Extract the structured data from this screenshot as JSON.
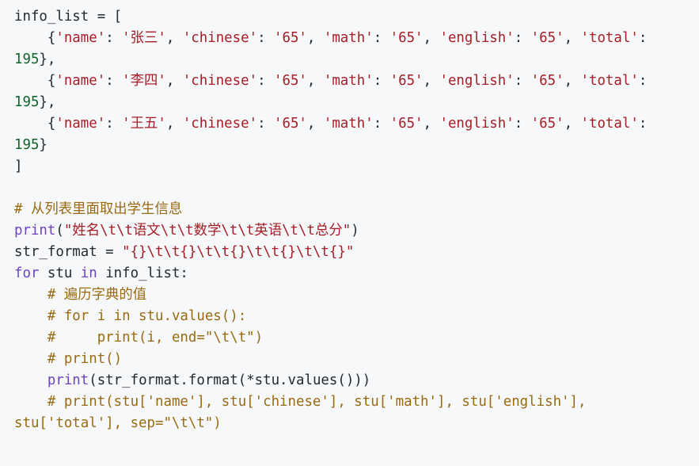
{
  "code_block": {
    "language": "python",
    "colors": {
      "background": "#f6f8fa",
      "plain": "#24292e",
      "string": "#a61d25",
      "comment": "#9a6a11",
      "keyword": "#6f42c1",
      "builtin": "#6f42c1",
      "number": "#116329"
    },
    "lines": [
      [
        {
          "t": "plain",
          "v": "info_list = ["
        }
      ],
      [
        {
          "t": "plain",
          "v": "    {"
        },
        {
          "t": "string",
          "v": "'name'"
        },
        {
          "t": "plain",
          "v": ": "
        },
        {
          "t": "string",
          "v": "'张三'"
        },
        {
          "t": "plain",
          "v": ", "
        },
        {
          "t": "string",
          "v": "'chinese'"
        },
        {
          "t": "plain",
          "v": ": "
        },
        {
          "t": "string",
          "v": "'65'"
        },
        {
          "t": "plain",
          "v": ", "
        },
        {
          "t": "string",
          "v": "'math'"
        },
        {
          "t": "plain",
          "v": ": "
        },
        {
          "t": "string",
          "v": "'65'"
        },
        {
          "t": "plain",
          "v": ", "
        },
        {
          "t": "string",
          "v": "'english'"
        },
        {
          "t": "plain",
          "v": ": "
        },
        {
          "t": "string",
          "v": "'65'"
        },
        {
          "t": "plain",
          "v": ", "
        },
        {
          "t": "string",
          "v": "'total'"
        },
        {
          "t": "plain",
          "v": ":"
        }
      ],
      [
        {
          "t": "number",
          "v": "195"
        },
        {
          "t": "plain",
          "v": "},"
        }
      ],
      [
        {
          "t": "plain",
          "v": "    {"
        },
        {
          "t": "string",
          "v": "'name'"
        },
        {
          "t": "plain",
          "v": ": "
        },
        {
          "t": "string",
          "v": "'李四'"
        },
        {
          "t": "plain",
          "v": ", "
        },
        {
          "t": "string",
          "v": "'chinese'"
        },
        {
          "t": "plain",
          "v": ": "
        },
        {
          "t": "string",
          "v": "'65'"
        },
        {
          "t": "plain",
          "v": ", "
        },
        {
          "t": "string",
          "v": "'math'"
        },
        {
          "t": "plain",
          "v": ": "
        },
        {
          "t": "string",
          "v": "'65'"
        },
        {
          "t": "plain",
          "v": ", "
        },
        {
          "t": "string",
          "v": "'english'"
        },
        {
          "t": "plain",
          "v": ": "
        },
        {
          "t": "string",
          "v": "'65'"
        },
        {
          "t": "plain",
          "v": ", "
        },
        {
          "t": "string",
          "v": "'total'"
        },
        {
          "t": "plain",
          "v": ":"
        }
      ],
      [
        {
          "t": "number",
          "v": "195"
        },
        {
          "t": "plain",
          "v": "},"
        }
      ],
      [
        {
          "t": "plain",
          "v": "    {"
        },
        {
          "t": "string",
          "v": "'name'"
        },
        {
          "t": "plain",
          "v": ": "
        },
        {
          "t": "string",
          "v": "'王五'"
        },
        {
          "t": "plain",
          "v": ", "
        },
        {
          "t": "string",
          "v": "'chinese'"
        },
        {
          "t": "plain",
          "v": ": "
        },
        {
          "t": "string",
          "v": "'65'"
        },
        {
          "t": "plain",
          "v": ", "
        },
        {
          "t": "string",
          "v": "'math'"
        },
        {
          "t": "plain",
          "v": ": "
        },
        {
          "t": "string",
          "v": "'65'"
        },
        {
          "t": "plain",
          "v": ", "
        },
        {
          "t": "string",
          "v": "'english'"
        },
        {
          "t": "plain",
          "v": ": "
        },
        {
          "t": "string",
          "v": "'65'"
        },
        {
          "t": "plain",
          "v": ", "
        },
        {
          "t": "string",
          "v": "'total'"
        },
        {
          "t": "plain",
          "v": ":"
        }
      ],
      [
        {
          "t": "number",
          "v": "195"
        },
        {
          "t": "plain",
          "v": "}"
        }
      ],
      [
        {
          "t": "plain",
          "v": "]"
        }
      ],
      [],
      [
        {
          "t": "comment",
          "v": "# 从列表里面取出学生信息"
        }
      ],
      [
        {
          "t": "builtin",
          "v": "print"
        },
        {
          "t": "plain",
          "v": "("
        },
        {
          "t": "string",
          "v": "\"姓名\\t\\t语文\\t\\t数学\\t\\t英语\\t\\t总分\""
        },
        {
          "t": "plain",
          "v": ")"
        }
      ],
      [
        {
          "t": "plain",
          "v": "str_format = "
        },
        {
          "t": "string",
          "v": "\"{}\\t\\t{}\\t\\t{}\\t\\t{}\\t\\t{}\""
        }
      ],
      [
        {
          "t": "keyword",
          "v": "for"
        },
        {
          "t": "plain",
          "v": " stu "
        },
        {
          "t": "keyword",
          "v": "in"
        },
        {
          "t": "plain",
          "v": " info_list:"
        }
      ],
      [
        {
          "t": "plain",
          "v": "    "
        },
        {
          "t": "comment",
          "v": "# 遍历字典的值"
        }
      ],
      [
        {
          "t": "plain",
          "v": "    "
        },
        {
          "t": "comment",
          "v": "# for i in stu.values():"
        }
      ],
      [
        {
          "t": "plain",
          "v": "    "
        },
        {
          "t": "comment",
          "v": "#     print(i, end=\"\\t\\t\")"
        }
      ],
      [
        {
          "t": "plain",
          "v": "    "
        },
        {
          "t": "comment",
          "v": "# print()"
        }
      ],
      [
        {
          "t": "plain",
          "v": "    "
        },
        {
          "t": "builtin",
          "v": "print"
        },
        {
          "t": "plain",
          "v": "(str_format.format(*stu.values()))"
        }
      ],
      [
        {
          "t": "plain",
          "v": "    "
        },
        {
          "t": "comment",
          "v": "# print(stu['name'], stu['chinese'], stu['math'], stu['english'],"
        }
      ],
      [
        {
          "t": "comment",
          "v": "stu['total'], sep=\"\\t\\t\")"
        }
      ]
    ]
  }
}
